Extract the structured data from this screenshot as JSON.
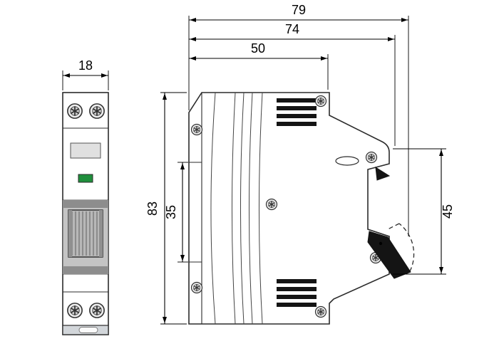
{
  "dimensions": {
    "module_width": "18",
    "overall_depth": "79",
    "body_depth": "74",
    "upper_depth": "50",
    "overall_height": "83",
    "din_recess_height": "35",
    "front_height": "45"
  },
  "colors": {
    "line": "#2b2b2b",
    "dimension": "#000000",
    "indicator_green": "#1f8f3c",
    "toggle_gray": "#b8b8b8",
    "band_gray": "#8d8d8d",
    "panel_gray": "#e0e0e0",
    "cap_gray": "#d2d6da",
    "vent_black": "#141414"
  }
}
